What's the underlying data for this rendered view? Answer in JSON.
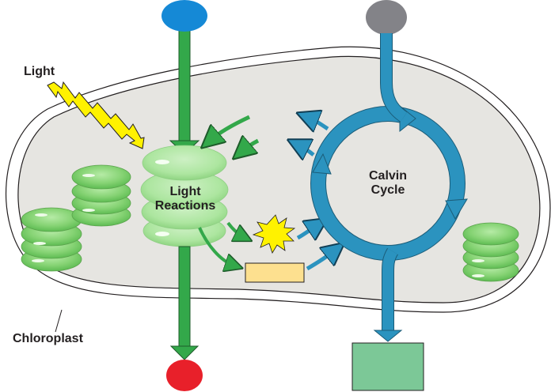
{
  "labels": {
    "light": "Light",
    "chloroplast": "Chloroplast",
    "light_reactions_line1": "Light",
    "light_reactions_line2": "Reactions",
    "calvin_line1": "Calvin",
    "calvin_line2": "Cycle"
  },
  "colors": {
    "stroma": "#e6e5e1",
    "green_arrow": "#33a84a",
    "blue_arrow": "#2b93bf",
    "input_blue": "#1589d6",
    "input_gray": "#838388",
    "output_red": "#e8202a",
    "output_box": "#7cc897",
    "light_bolt": "#fff200",
    "atp_star": "#fff200",
    "nadph_box": "#fde08f",
    "thylakoid": "#8fd880"
  },
  "blank_slots": [
    "input-top-blue",
    "input-top-gray",
    "output-bottom-red",
    "output-bottom-box",
    "energy-star",
    "energy-box"
  ]
}
